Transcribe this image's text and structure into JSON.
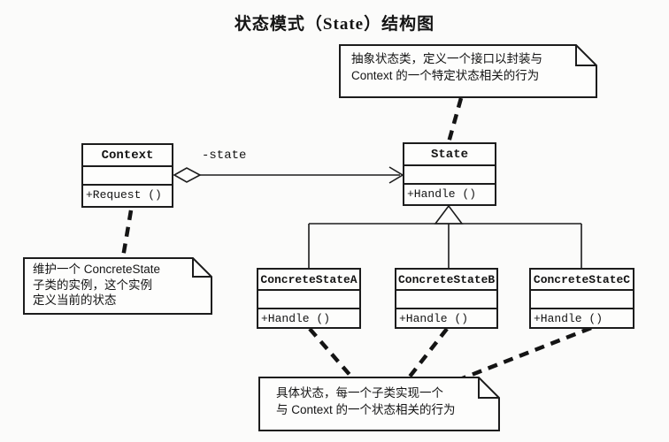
{
  "title": "状态模式（State）结构图",
  "classes": {
    "context": {
      "name": "Context",
      "attributes": "",
      "operations": [
        "+Request ()"
      ]
    },
    "state": {
      "name": "State",
      "attributes": "",
      "operations": [
        "+Handle ()"
      ]
    },
    "concrete_a": {
      "name": "ConcreteStateA",
      "attributes": "",
      "operations": [
        "+Handle ()"
      ]
    },
    "concrete_b": {
      "name": "ConcreteStateB",
      "attributes": "",
      "operations": [
        "+Handle ()"
      ]
    },
    "concrete_c": {
      "name": "ConcreteStateC",
      "attributes": "",
      "operations": [
        "+Handle ()"
      ]
    }
  },
  "relationships": {
    "aggregation_label": "-state",
    "aggregation_from": "Context",
    "aggregation_to": "State",
    "generalization_parent": "State",
    "generalization_children": [
      "ConcreteStateA",
      "ConcreteStateB",
      "ConcreteStateC"
    ]
  },
  "notes": {
    "state_note": {
      "lines": [
        "抽象状态类，定义一个接口以封装与",
        "Context 的一个特定状态相关的行为"
      ]
    },
    "context_note": {
      "lines": [
        "维护一个 ConcreteState",
        "子类的实例，这个实例",
        "定义当前的状态"
      ]
    },
    "concrete_note": {
      "lines": [
        "具体状态，每一个子类实现一个",
        "与 Context 的一个状态相关的行为"
      ]
    }
  },
  "colors": {
    "line": "#1c1c1c",
    "box_fill": "#fdfdfc",
    "background": "#fbfbfa"
  }
}
